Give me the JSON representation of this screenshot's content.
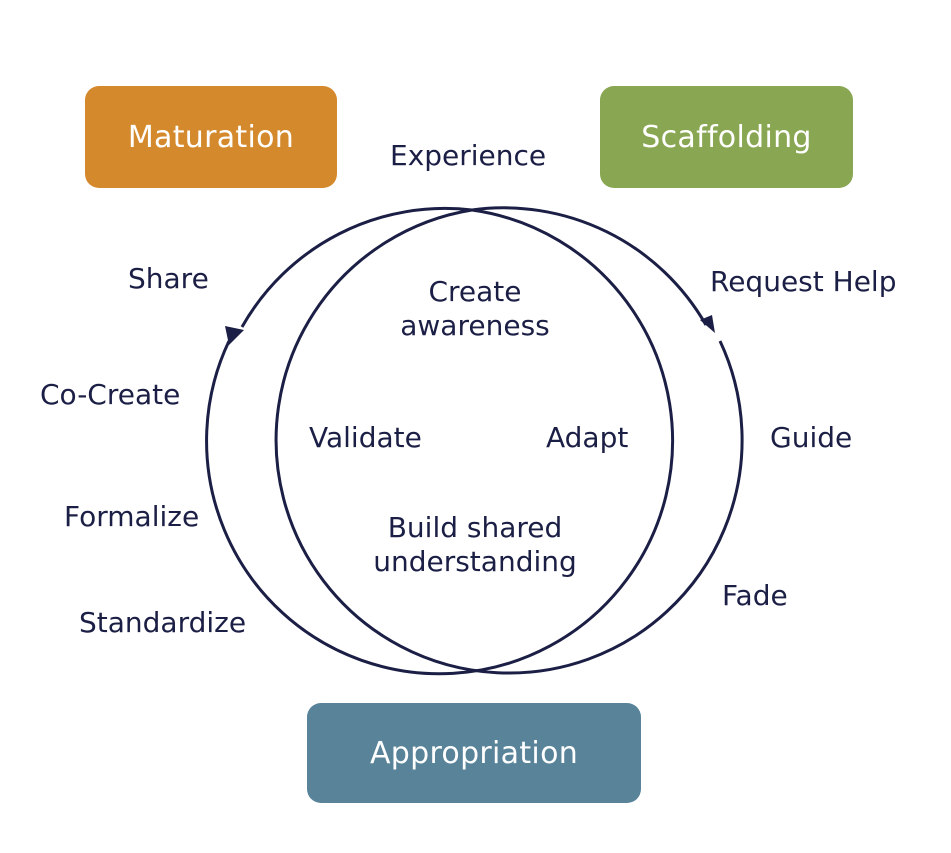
{
  "boxes": {
    "maturation": {
      "label": "Maturation",
      "color": "#d48a2c"
    },
    "scaffolding": {
      "label": "Scaffolding",
      "color": "#89a752"
    },
    "appropriation": {
      "label": "Appropriation",
      "color": "#588399"
    }
  },
  "top_label": "Experience",
  "left_labels": [
    "Share",
    "Co-Create",
    "Formalize",
    "Standardize"
  ],
  "right_labels": [
    "Request Help",
    "Guide",
    "Fade"
  ],
  "inner": {
    "top_line1": "Create",
    "top_line2": "awareness",
    "left": "Validate",
    "right": "Adapt",
    "bottom_line1": "Build shared",
    "bottom_line2": "understanding"
  },
  "line_color": "#1c1f45"
}
